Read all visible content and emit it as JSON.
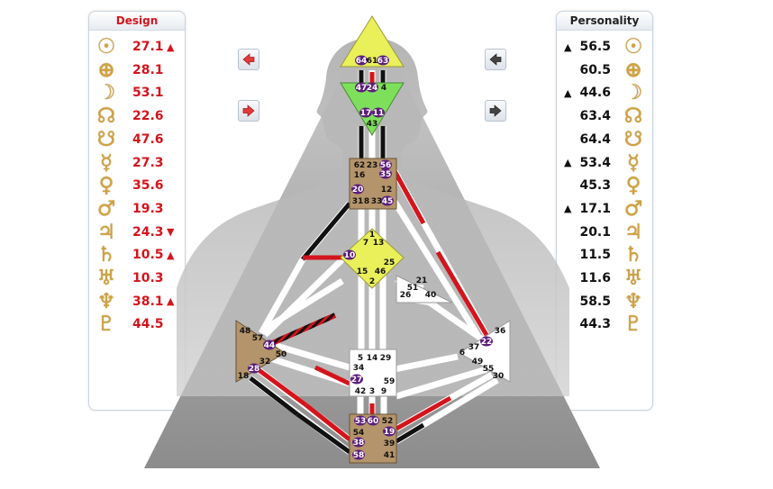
{
  "design": {
    "title": "Design",
    "rows": [
      {
        "planet": "sun-icon",
        "glyph": "☉",
        "value": "27.1",
        "arrow": "▲"
      },
      {
        "planet": "earth-icon",
        "glyph": "⊕",
        "value": "28.1",
        "arrow": ""
      },
      {
        "planet": "moon-icon",
        "glyph": "☽",
        "value": "53.1",
        "arrow": ""
      },
      {
        "planet": "north-node-icon",
        "glyph": "☊",
        "value": "22.6",
        "arrow": ""
      },
      {
        "planet": "south-node-icon",
        "glyph": "☋",
        "value": "47.6",
        "arrow": ""
      },
      {
        "planet": "mercury-icon",
        "glyph": "☿",
        "value": "27.3",
        "arrow": ""
      },
      {
        "planet": "venus-icon",
        "glyph": "♀",
        "value": "35.6",
        "arrow": ""
      },
      {
        "planet": "mars-icon",
        "glyph": "♂",
        "value": "19.3",
        "arrow": ""
      },
      {
        "planet": "jupiter-icon",
        "glyph": "♃",
        "value": "24.3",
        "arrow": "▼"
      },
      {
        "planet": "saturn-icon",
        "glyph": "♄",
        "value": "10.5",
        "arrow": "▲"
      },
      {
        "planet": "uranus-icon",
        "glyph": "♅",
        "value": "10.3",
        "arrow": ""
      },
      {
        "planet": "neptune-icon",
        "glyph": "♆",
        "value": "38.1",
        "arrow": "▲"
      },
      {
        "planet": "pluto-icon",
        "glyph": "♇",
        "value": "44.5",
        "arrow": ""
      }
    ]
  },
  "personality": {
    "title": "Personality",
    "rows": [
      {
        "planet": "sun-icon",
        "glyph": "☉",
        "value": "56.5",
        "arrow": "▲"
      },
      {
        "planet": "earth-icon",
        "glyph": "⊕",
        "value": "60.5",
        "arrow": ""
      },
      {
        "planet": "moon-icon",
        "glyph": "☽",
        "value": "44.6",
        "arrow": "▲"
      },
      {
        "planet": "north-node-icon",
        "glyph": "☊",
        "value": "63.4",
        "arrow": ""
      },
      {
        "planet": "south-node-icon",
        "glyph": "☋",
        "value": "64.4",
        "arrow": ""
      },
      {
        "planet": "mercury-icon",
        "glyph": "☿",
        "value": "53.4",
        "arrow": "▲"
      },
      {
        "planet": "venus-icon",
        "glyph": "♀",
        "value": "45.3",
        "arrow": ""
      },
      {
        "planet": "mars-icon",
        "glyph": "♂",
        "value": "17.1",
        "arrow": "▲"
      },
      {
        "planet": "jupiter-icon",
        "glyph": "♃",
        "value": "20.1",
        "arrow": ""
      },
      {
        "planet": "saturn-icon",
        "glyph": "♄",
        "value": "11.5",
        "arrow": ""
      },
      {
        "planet": "uranus-icon",
        "glyph": "♅",
        "value": "11.6",
        "arrow": ""
      },
      {
        "planet": "neptune-icon",
        "glyph": "♆",
        "value": "58.5",
        "arrow": ""
      },
      {
        "planet": "pluto-icon",
        "glyph": "♇",
        "value": "44.3",
        "arrow": ""
      }
    ]
  },
  "colors": {
    "design_red": "#d4141c",
    "personality_black": "#111111",
    "planet_gold": "#d2a23c",
    "active_gate_purple": "#5b1e7a",
    "head_center": "#e9f05a",
    "ajna_center": "#7ee05a",
    "brown_center": "#b4946a",
    "g_center": "#e9f05a"
  },
  "nav_buttons": [
    {
      "name": "design-prev-button",
      "icon": "arrow-left-icon"
    },
    {
      "name": "design-next-button",
      "icon": "arrow-right-icon"
    },
    {
      "name": "personality-prev-button",
      "icon": "arrow-left-icon"
    },
    {
      "name": "personality-next-button",
      "icon": "arrow-right-icon"
    }
  ],
  "gates": {
    "head": [
      "64",
      "61",
      "63"
    ],
    "ajna": [
      "47",
      "24",
      "4",
      "17",
      "11",
      "43"
    ],
    "throat": [
      "62",
      "23",
      "56",
      "16",
      "35",
      "20",
      "12",
      "31",
      "8",
      "33",
      "45"
    ],
    "g": [
      "1",
      "7",
      "13",
      "10",
      "25",
      "15",
      "46",
      "2"
    ],
    "heart": [
      "21",
      "51",
      "26",
      "40"
    ],
    "spleen": [
      "48",
      "57",
      "44",
      "50",
      "32",
      "28",
      "18"
    ],
    "sacral": [
      "5",
      "14",
      "29",
      "34",
      "27",
      "59",
      "42",
      "3",
      "9"
    ],
    "solar_plexus": [
      "36",
      "22",
      "6",
      "37",
      "49",
      "55",
      "30"
    ],
    "root": [
      "53",
      "60",
      "52",
      "54",
      "19",
      "38",
      "39",
      "58",
      "41"
    ]
  }
}
